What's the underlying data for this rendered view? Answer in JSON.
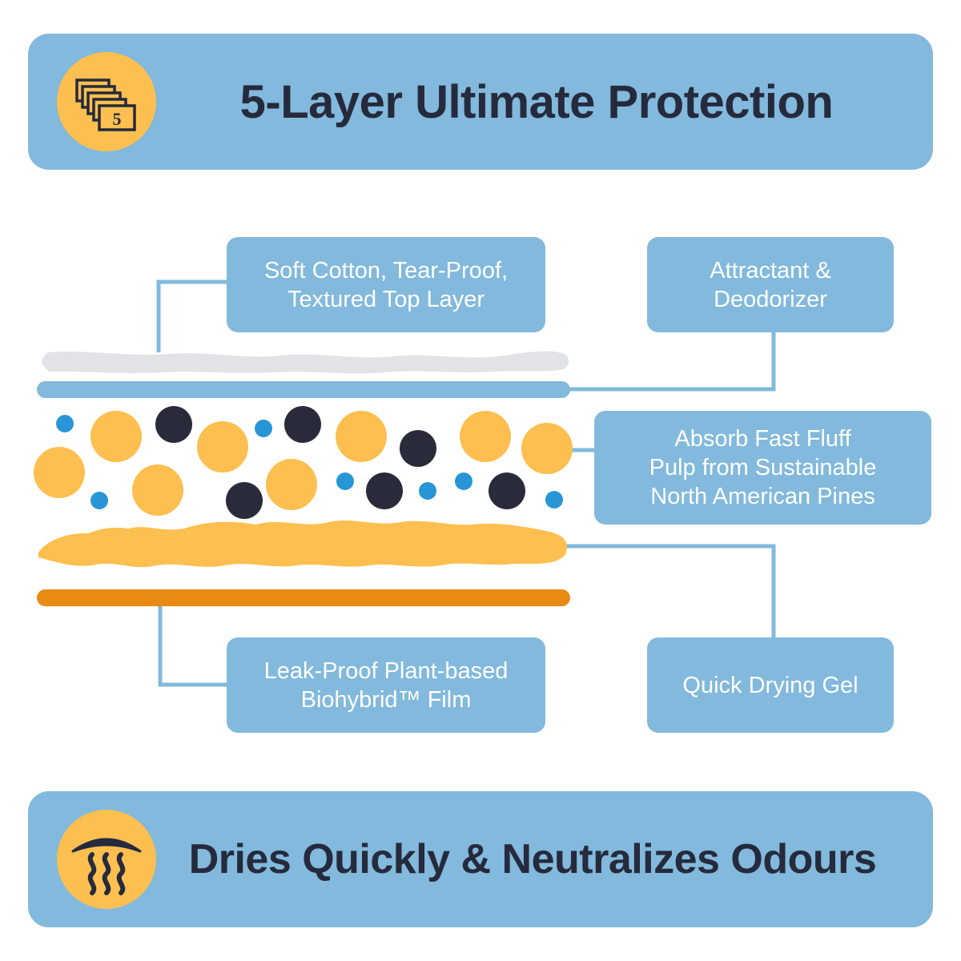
{
  "header": {
    "title": "5-Layer Ultimate Protection",
    "badge_icon": "stacked-layers-5-icon",
    "badge_number": "5"
  },
  "labels": {
    "top_layer": [
      "Soft Cotton, Tear-Proof,",
      "Textured Top Layer"
    ],
    "deodorizer": [
      "Attractant &",
      "Deodorizer"
    ],
    "fluff_pulp": [
      "Absorb Fast Fluff",
      "Pulp from Sustainable",
      "North American Pines"
    ],
    "film": [
      "Leak-Proof Plant-based",
      "Biohybrid™ Film"
    ],
    "gel": [
      "Quick Drying Gel"
    ]
  },
  "footer": {
    "title": "Dries Quickly & Neutralizes Odours",
    "badge_icon": "heat-steam-icon"
  },
  "colors": {
    "banner": "#82b9dc",
    "badge": "#fdbf4f",
    "title_text": "#252a3c",
    "label_text": "#ffffff",
    "cotton_layer": "#e2e3e6",
    "deodorizer_layer": "#82b9dc",
    "pulp_particle": "#fdbf4f",
    "charcoal_particle": "#2a2b3a",
    "gel_bead": "#2896d6",
    "gel_layer": "#fdbf4f",
    "film_layer": "#e98a12",
    "connector": "#82b9dc"
  }
}
